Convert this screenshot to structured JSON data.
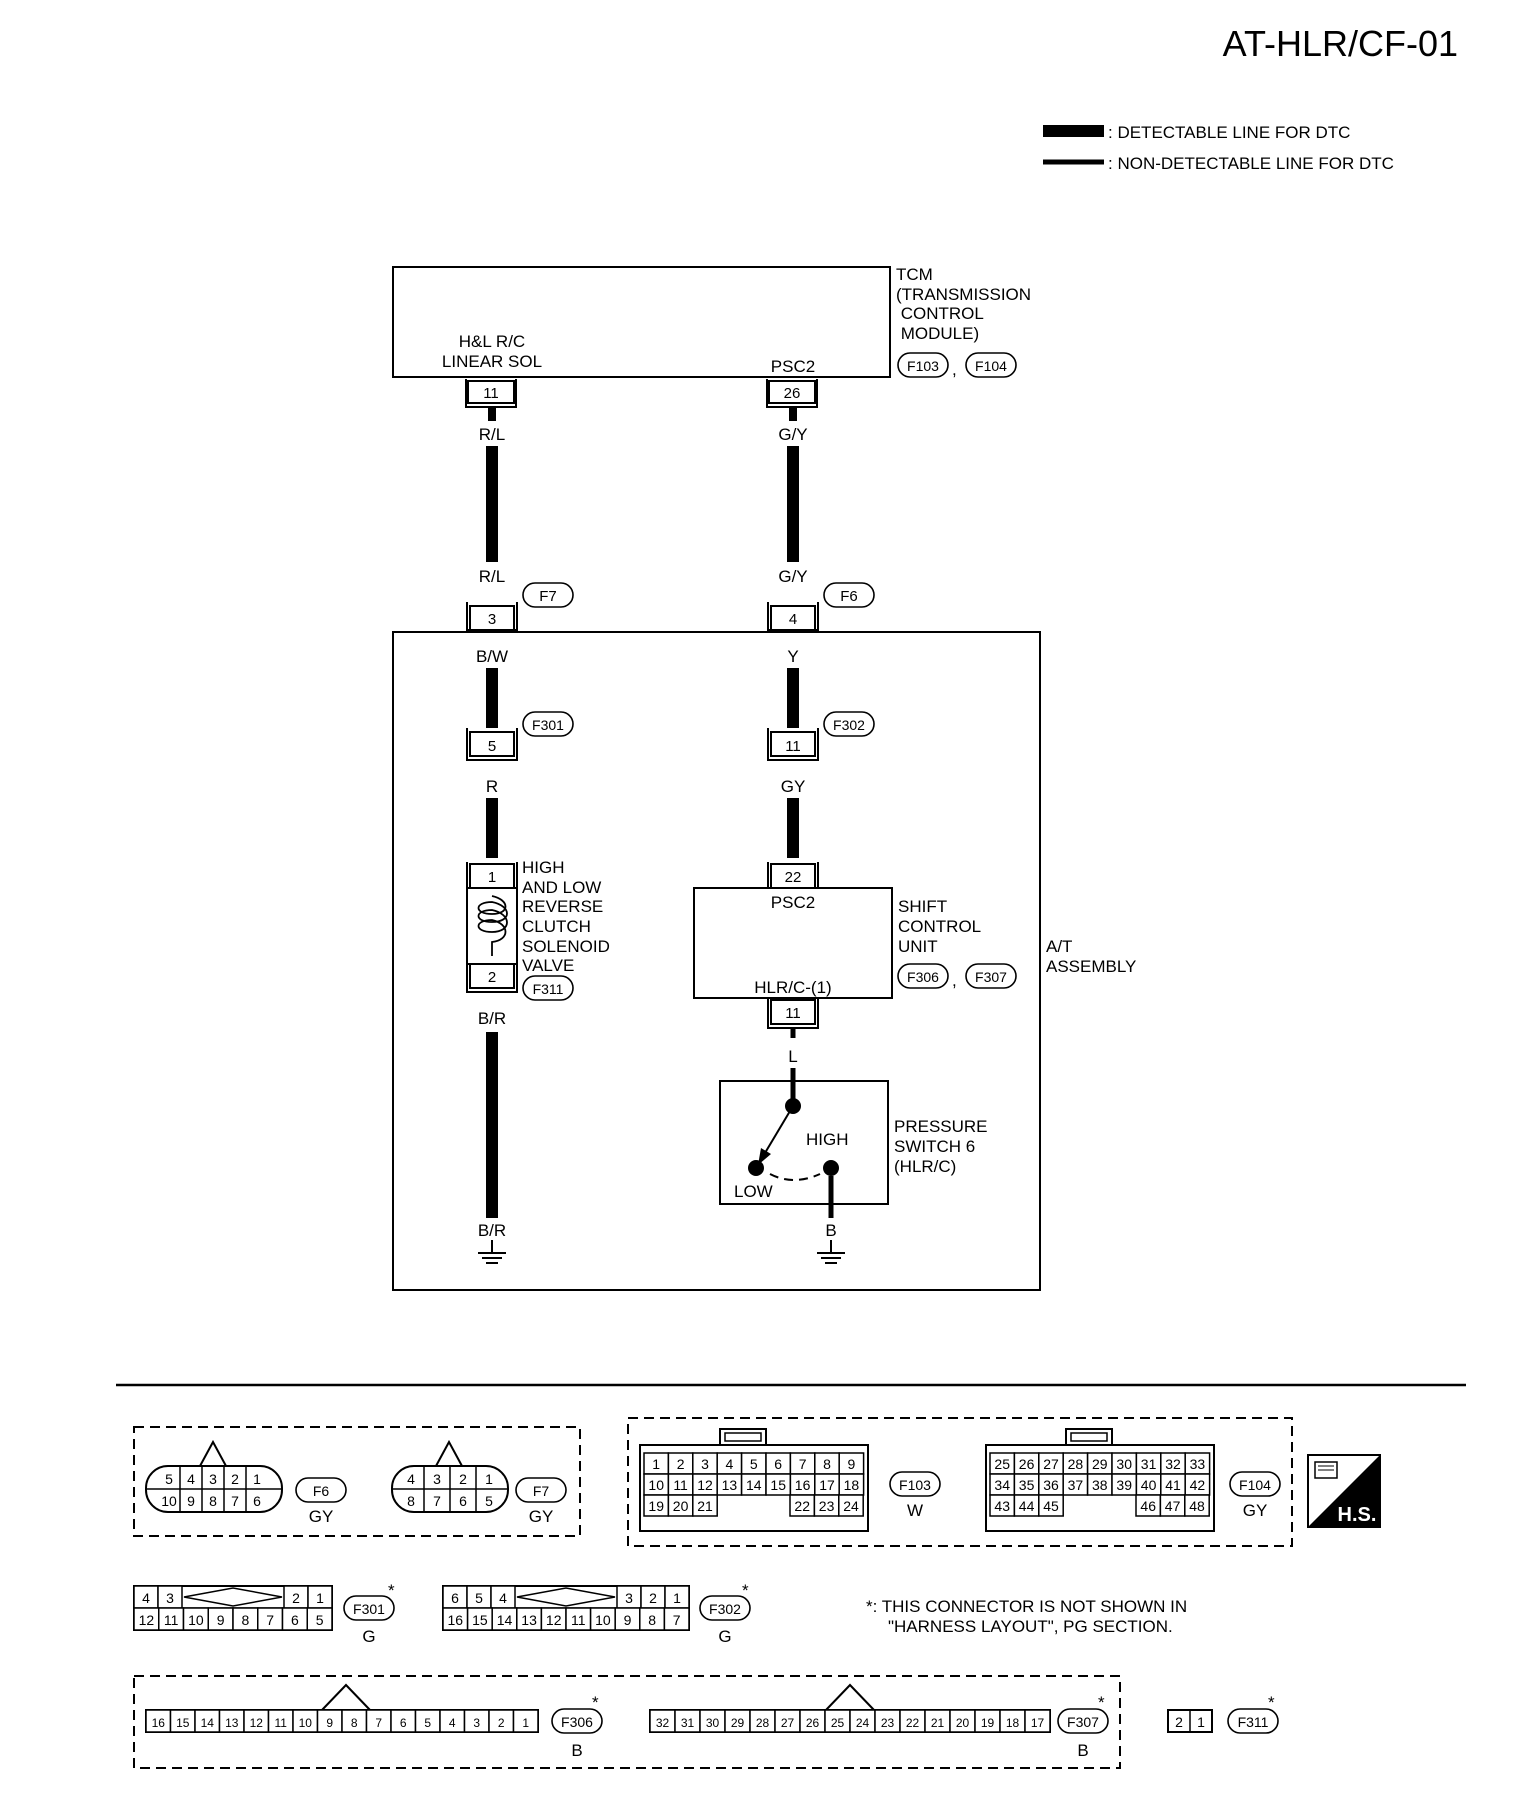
{
  "page_id": "AT-HLR/CF-01",
  "legend": {
    "detectable": ": DETECTABLE LINE FOR DTC",
    "non_detectable": ": NON-DETECTABLE LINE FOR DTC"
  },
  "tcm": {
    "name": [
      "TCM",
      "(TRANSMISSION",
      " CONTROL",
      " MODULE)"
    ],
    "connectors": [
      "F103",
      "F104"
    ],
    "pins": [
      {
        "label": [
          "H&L R/C",
          "LINEAR SOL"
        ],
        "pin": "11",
        "wire": "R/L"
      },
      {
        "label": [
          "PSC2"
        ],
        "pin": "26",
        "wire": "G/Y"
      }
    ]
  },
  "intermediate": [
    {
      "connector": "F7",
      "pin": "3",
      "wire_above": "R/L",
      "wire_below": "B/W"
    },
    {
      "connector": "F6",
      "pin": "4",
      "wire_above": "G/Y",
      "wire_below": "Y"
    }
  ],
  "inner": [
    {
      "connector": "F301",
      "pin": "5",
      "wire_below": "R"
    },
    {
      "connector": "F302",
      "pin": "11",
      "wire_below": "GY"
    }
  ],
  "solenoid": {
    "name": [
      "HIGH",
      "AND LOW",
      "REVERSE",
      "CLUTCH",
      "SOLENOID",
      "VALVE"
    ],
    "pins": [
      "1",
      "2"
    ],
    "connector": "F311",
    "wire_below": "B/R",
    "ground_wire": "B/R"
  },
  "shift_control": {
    "name": [
      "SHIFT",
      "CONTROL",
      "UNIT"
    ],
    "connectors": [
      "F306",
      "F307"
    ],
    "top_pin": "22",
    "top_label": "PSC2",
    "bottom_label": "HLR/C-(1)",
    "bottom_pin": "11",
    "wire_below": "L"
  },
  "pressure_switch": {
    "name": [
      "PRESSURE",
      "SWITCH 6",
      "(HLR/C)"
    ],
    "high": "HIGH",
    "low": "LOW",
    "ground_wire": "B"
  },
  "assembly": [
    "A/T",
    "ASSEMBLY"
  ],
  "connectors_panel": {
    "f6": {
      "id": "F6",
      "color": "GY",
      "top": [
        "5",
        "4",
        "3",
        "2",
        "1"
      ],
      "bottom": [
        "10",
        "9",
        "8",
        "7",
        "6"
      ]
    },
    "f7": {
      "id": "F7",
      "color": "GY",
      "top": [
        "4",
        "3",
        "2",
        "1"
      ],
      "bottom": [
        "8",
        "7",
        "6",
        "5"
      ]
    },
    "f103": {
      "id": "F103",
      "color": "W",
      "row1": [
        "1",
        "2",
        "3",
        "4",
        "5",
        "6",
        "7",
        "8",
        "9"
      ],
      "row2": [
        "10",
        "11",
        "12",
        "13",
        "14",
        "15",
        "16",
        "17",
        "18"
      ],
      "row3a": [
        "19",
        "20",
        "21"
      ],
      "row3b": [
        "22",
        "23",
        "24"
      ]
    },
    "f104": {
      "id": "F104",
      "color": "GY",
      "row1": [
        "25",
        "26",
        "27",
        "28",
        "29",
        "30",
        "31",
        "32",
        "33"
      ],
      "row2": [
        "34",
        "35",
        "36",
        "37",
        "38",
        "39",
        "40",
        "41",
        "42"
      ],
      "row3a": [
        "43",
        "44",
        "45"
      ],
      "row3b": [
        "46",
        "47",
        "48"
      ]
    },
    "hs": "H.S.",
    "f301": {
      "id": "F301",
      "color": "G",
      "top_left": [
        "4",
        "3"
      ],
      "top_right": [
        "2",
        "1"
      ],
      "bottom": [
        "12",
        "11",
        "10",
        "9",
        "8",
        "7",
        "6",
        "5"
      ]
    },
    "f302": {
      "id": "F302",
      "color": "G",
      "top_left": [
        "6",
        "5",
        "4"
      ],
      "top_right": [
        "3",
        "2",
        "1"
      ],
      "bottom": [
        "16",
        "15",
        "14",
        "13",
        "12",
        "11",
        "10",
        "9",
        "8",
        "7"
      ]
    },
    "star": "*",
    "note": [
      "*: THIS CONNECTOR IS NOT SHOWN IN",
      "\"HARNESS LAYOUT\", PG SECTION."
    ],
    "f306": {
      "id": "F306",
      "color": "B",
      "pins": [
        "16",
        "15",
        "14",
        "13",
        "12",
        "11",
        "10",
        "9",
        "8",
        "7",
        "6",
        "5",
        "4",
        "3",
        "2",
        "1"
      ]
    },
    "f307": {
      "id": "F307",
      "color": "B",
      "pins": [
        "32",
        "31",
        "30",
        "29",
        "28",
        "27",
        "26",
        "25",
        "24",
        "23",
        "22",
        "21",
        "20",
        "19",
        "18",
        "17"
      ]
    },
    "f311": {
      "id": "F311",
      "pins": [
        "2",
        "1"
      ]
    }
  }
}
